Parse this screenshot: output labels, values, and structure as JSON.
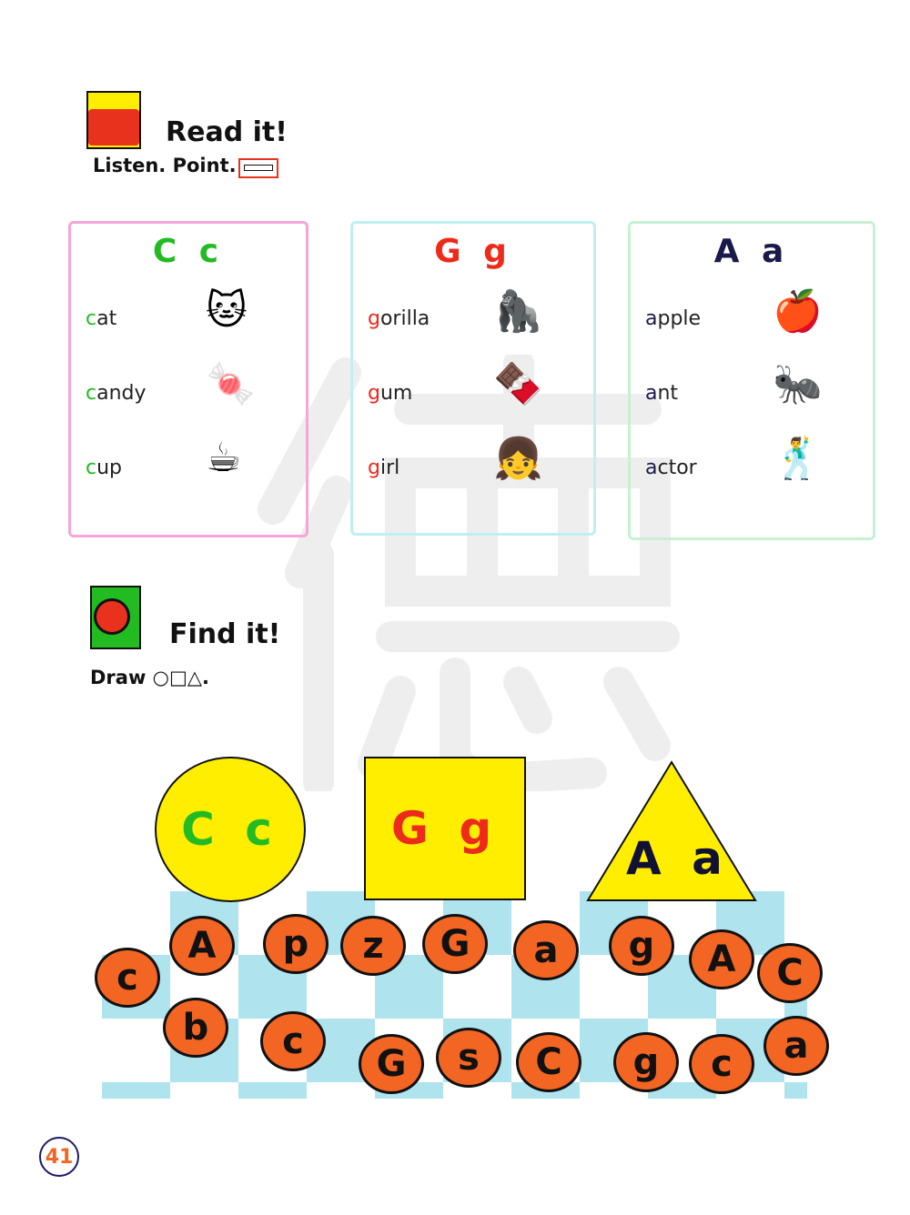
{
  "read_section": {
    "title": "Read it!",
    "instruction": "Listen. Point.",
    "icon": "reading-book-icon",
    "audio_icon": "cassette-icon"
  },
  "cards": [
    {
      "title": "C c",
      "title_color": "#22bb22",
      "border_color": "#f4a6d8",
      "words": [
        {
          "first": "c",
          "rest": "at",
          "pic": "🐱"
        },
        {
          "first": "c",
          "rest": "andy",
          "pic": "🍬"
        },
        {
          "first": "c",
          "rest": "up",
          "pic": "☕"
        }
      ]
    },
    {
      "title": "G g",
      "title_color": "#ee2a1a",
      "border_color": "#bfeff2",
      "words": [
        {
          "first": "g",
          "rest": "orilla",
          "pic": "🦍"
        },
        {
          "first": "g",
          "rest": "um",
          "pic": "🍫"
        },
        {
          "first": "g",
          "rest": "irl",
          "pic": "👧"
        }
      ]
    },
    {
      "title": "A a",
      "title_color": "#1a1a4a",
      "border_color": "#c8f0d4",
      "words": [
        {
          "first": "a",
          "rest": "pple",
          "pic": "🍎"
        },
        {
          "first": "a",
          "rest": "nt",
          "pic": "🐜"
        },
        {
          "first": "a",
          "rest": "ctor",
          "pic": "🕺"
        }
      ]
    }
  ],
  "find_section": {
    "title": "Find it!",
    "instruction": "Draw",
    "shapes": "○□△.",
    "icon": "magnifier-icon"
  },
  "shapes": [
    {
      "shape": "circle",
      "text": "C c",
      "color": "#22bb22"
    },
    {
      "shape": "square",
      "text": "G g",
      "color": "#ee2a1a"
    },
    {
      "shape": "triangle",
      "text": "A a",
      "color": "#111133"
    }
  ],
  "ant_letters": [
    "c",
    "A",
    "p",
    "z",
    "G",
    "a",
    "g",
    "A",
    "C",
    "a",
    "c",
    "g",
    "C",
    "s",
    "G",
    "c",
    "b"
  ],
  "page_number": "41",
  "watermark": "德"
}
